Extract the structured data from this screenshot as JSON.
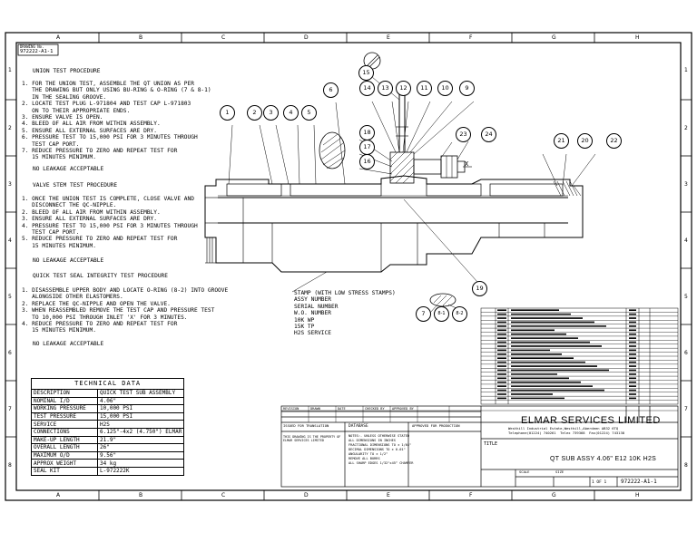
{
  "drawing_number_box": {
    "label": "DRAWING No.",
    "value": "972222-A1-1"
  },
  "column_letters": [
    "A",
    "B",
    "C",
    "D",
    "E",
    "F",
    "G",
    "H"
  ],
  "row_numbers": [
    "1",
    "2",
    "3",
    "4",
    "5",
    "6",
    "7",
    "8"
  ],
  "procedures": {
    "union_title": "UNION TEST PROCEDURE",
    "union_steps": [
      "1. FOR THE UNION TEST, ASSEMBLE THE QT UNION AS PER",
      "   THE DRAWING BUT ONLY USING BU-RING & O-RING (7 & 8-1)",
      "   IN THE SEALING GROOVE.",
      "2. LOCATE TEST PLUG L-971804 AND TEST CAP L-971803",
      "   ON TO THEIR APPROPRIATE ENDS.",
      "3. ENSURE VALVE IS OPEN.",
      "4. BLEED OF ALL AIR FROM WITHIN ASSEMBLY.",
      "5. ENSURE ALL EXTERNAL SURFACES ARE DRY.",
      "6. PRESSURE TEST TO 15,000 PSI FOR 3 MINUTES THROUGH",
      "   TEST CAP PORT.",
      "7. REDUCE PRESSURE TO ZERO AND REPEAT TEST FOR",
      "   15 MINUTES MINIMUM."
    ],
    "union_note": "NO LEAKAGE ACCEPTABLE",
    "valve_title": "VALVE STEM TEST PROCEDURE",
    "valve_steps": [
      "1. ONCE THE UNION TEST IS COMPLETE, CLOSE VALVE AND",
      "   DISCONNECT THE QC-NIPPLE.",
      "2. BLEED OF ALL AIR FROM WITHIN ASSEMBLY.",
      "3. ENSURE ALL EXTERNAL SURFACES ARE DRY.",
      "4. PRESSURE TEST TO 15,000 PSI FOR 3 MINUTES THROUGH",
      "   TEST CAP PORT.",
      "5. REDUCE PRESSURE TO ZERO AND REPEAT TEST FOR",
      "   15 MINUTES MINIMUM."
    ],
    "valve_note": "NO LEAKAGE ACCEPTABLE",
    "seal_title": "QUICK TEST SEAL INTEGRITY TEST PROCEDURE",
    "seal_steps": [
      "1. DISASSEMBLE UPPER BODY AND LOCATE O-RING (8-2) INTO GROOVE",
      "   ALONGSIDE OTHER ELASTOMERS.",
      "2. REPLACE THE QC-NIPPLE AND OPEN THE VALVE.",
      "3. WHEN REASSEMBLED REMOVE THE TEST CAP AND PRESSURE TEST",
      "   TO 10,000 PSI THROUGH INLET 'X' FOR 3 MINUTES.",
      "4. REDUCE PRESSURE TO ZERO AND REPEAT TEST FOR",
      "   15 MINUTES MINIMUM."
    ],
    "seal_note": "NO LEAKAGE ACCEPTABLE"
  },
  "stamp_note": [
    "STAMP (WITH LOW STRESS STAMPS)",
    "ASSY NUMBER",
    "SERIAL NUMBER",
    "W.O. NUMBER",
    "10K WP",
    "15K TP",
    "H2S SERVICE"
  ],
  "port_label": "X",
  "balloons": [
    "1",
    "2",
    "3",
    "4",
    "5",
    "6",
    "7",
    "8-1",
    "8-2",
    "9",
    "10",
    "11",
    "12",
    "13",
    "14",
    "15",
    "16",
    "17",
    "18",
    "19",
    "20",
    "21",
    "22",
    "23",
    "24"
  ],
  "technical_data": {
    "title": "TECHNICAL DATA",
    "rows": [
      [
        "DESCRIPTION",
        "QUICK TEST SUB ASSEMBLY"
      ],
      [
        "NOMINAL I/D",
        "4.06\""
      ],
      [
        "WORKING PRESSURE",
        "10,000 PSI"
      ],
      [
        "TEST PRESSURE",
        "15,000 PSI"
      ],
      [
        "SERVICE",
        "H2S"
      ],
      [
        "CONNECTIONS",
        "6.125\"-4x2 (4.750\") ELMAR"
      ],
      [
        "MAKE-UP LENGTH",
        "21.9\""
      ],
      [
        "OVERALL LENGTH",
        "26\""
      ],
      [
        "MAXIMUM O/D",
        "9.56\""
      ],
      [
        "APPROX WEIGHT",
        "34 kg"
      ],
      [
        "SEAL KIT",
        "L-972222K"
      ]
    ]
  },
  "title_block": {
    "company": "ELMAR SERVICES LIMITED",
    "address_line1": "Westhill Industrial Estate,Westhill,Aberdeen AB32 6TQ",
    "address_line2": "Telephone(01224) 740261  Telex 739368  Fax(01224) 743138",
    "title_label": "TITLE",
    "title": "QT SUB ASSY 4.06\" E12 10K H2S",
    "drawing_number": "972222-A1-1",
    "sheet": "1 OF 1",
    "size_label": "SIZE",
    "scale_label": "SCALE",
    "rev_headers": [
      "REVISION",
      "DRAWN",
      "DATE",
      "CHECKED BY",
      "APPROVED BY"
    ],
    "issued_for": "ISSUED FOR TRANSLATION",
    "database": "DATABASE",
    "approved": "APPROVED FOR PRODUCTION",
    "notes": [
      "NOTES:- UNLESS OTHERWISE STATED",
      "ALL DIMENSIONS IN INCHES",
      "FRACTIONAL DIMENSIONS TO ± 1/64\"",
      "DECIMAL DIMENSIONS TO ± 0.01\"",
      "ANGULARITY TO ± 1/2°",
      "REMOVE ALL BURRS",
      "ALL SHARP EDGES 1/32\"x45° CHAMFER"
    ],
    "confidential": "THIS DRAWING IS THE PROPERTY OF ELMAR SERVICES LIMITED"
  },
  "parts_list": {
    "headers": [
      "ITEM",
      "PART No.",
      "DESCRIPTION",
      "QTY",
      "MATL"
    ],
    "row_count": 24
  }
}
